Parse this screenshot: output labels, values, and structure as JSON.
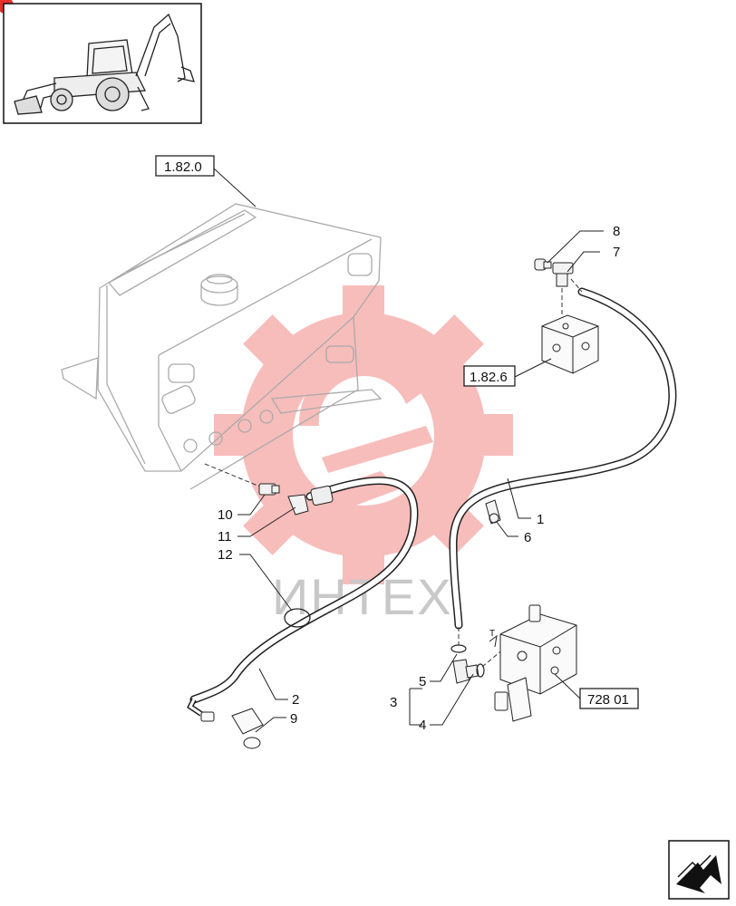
{
  "reference_boxes": {
    "tank_ref": "1.82.0",
    "valve_block_ref": "1.82.6",
    "control_valve_ref": "728 01"
  },
  "callouts": {
    "p1": "1",
    "p2": "2",
    "p3": "3",
    "p4": "4",
    "p5": "5",
    "p6": "6",
    "p7": "7",
    "p8": "8",
    "p9": "9",
    "p10": "10",
    "p11": "11",
    "p12": "12",
    "port_t": "T"
  },
  "watermark": {
    "text": "ИНТЕХ",
    "color": "#e8302e"
  },
  "icons": {
    "thumbnail": "backhoe-loader-icon",
    "navigation": "next-page-arrow-icon",
    "corner_badge": "corner-badge-icon"
  }
}
